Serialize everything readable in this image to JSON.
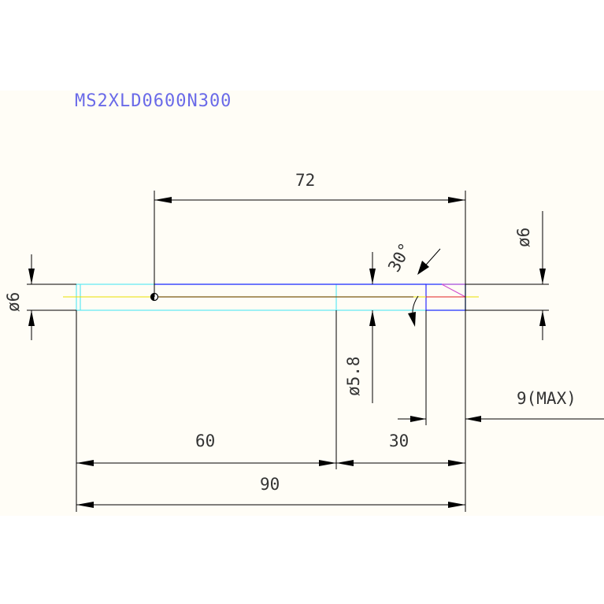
{
  "title": "MS2XLD0600N300",
  "dimensions": {
    "length_to_hole": "72",
    "dia_right": "ø6",
    "dia_left": "ø6",
    "chamfer_angle": "30°",
    "dia_groove": "ø5.8",
    "max_length": "9(MAX)",
    "len_60": "60",
    "len_30": "30",
    "len_90": "90"
  }
}
